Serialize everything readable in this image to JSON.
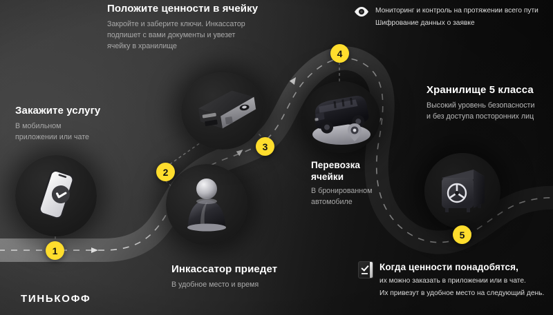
{
  "brand": {
    "logo": "ТИНЬКОФФ",
    "accent": "#ffdd2d",
    "bg_dark": "#0d0d0d",
    "bg_light": "#3a3a3a"
  },
  "top_note": {
    "icon": "eye-icon",
    "line1": "Мониторинг и контроль на протяжении всего пути",
    "line2": "Шифрование данных о заявке"
  },
  "bottom_note": {
    "icon": "checklist-icon",
    "heading": "Когда ценности понадобятся,",
    "line1": "их можно заказать в приложении или в чате.",
    "line2": "Их привезут в удобное место на следующий день."
  },
  "steps": [
    {
      "number": "1",
      "title": "Закажите услугу",
      "subtitle": "В мобильном\nприложении или чате",
      "icon": "phone-check-icon"
    },
    {
      "number": "2",
      "title": "Инкассатор приедет",
      "subtitle": "В удобное место и время",
      "icon": "courier-icon"
    },
    {
      "number": "3",
      "title": "Положите ценности в ячейку",
      "subtitle": "Закройте и заберите ключи. Инкассатор\nподпишет с вами документы и увезет\nячейку в хранилище",
      "icon": "deposit-box-icon"
    },
    {
      "number": "4",
      "title": "Перевозка\nячейки",
      "subtitle": "В бронированном\nавтомобиле",
      "icon": "armored-van-icon"
    },
    {
      "number": "5",
      "title": "Хранилище 5 класса",
      "subtitle": "Высокий уровень безопасности\nи без доступа посторонних лиц",
      "icon": "safe-vault-icon"
    }
  ]
}
